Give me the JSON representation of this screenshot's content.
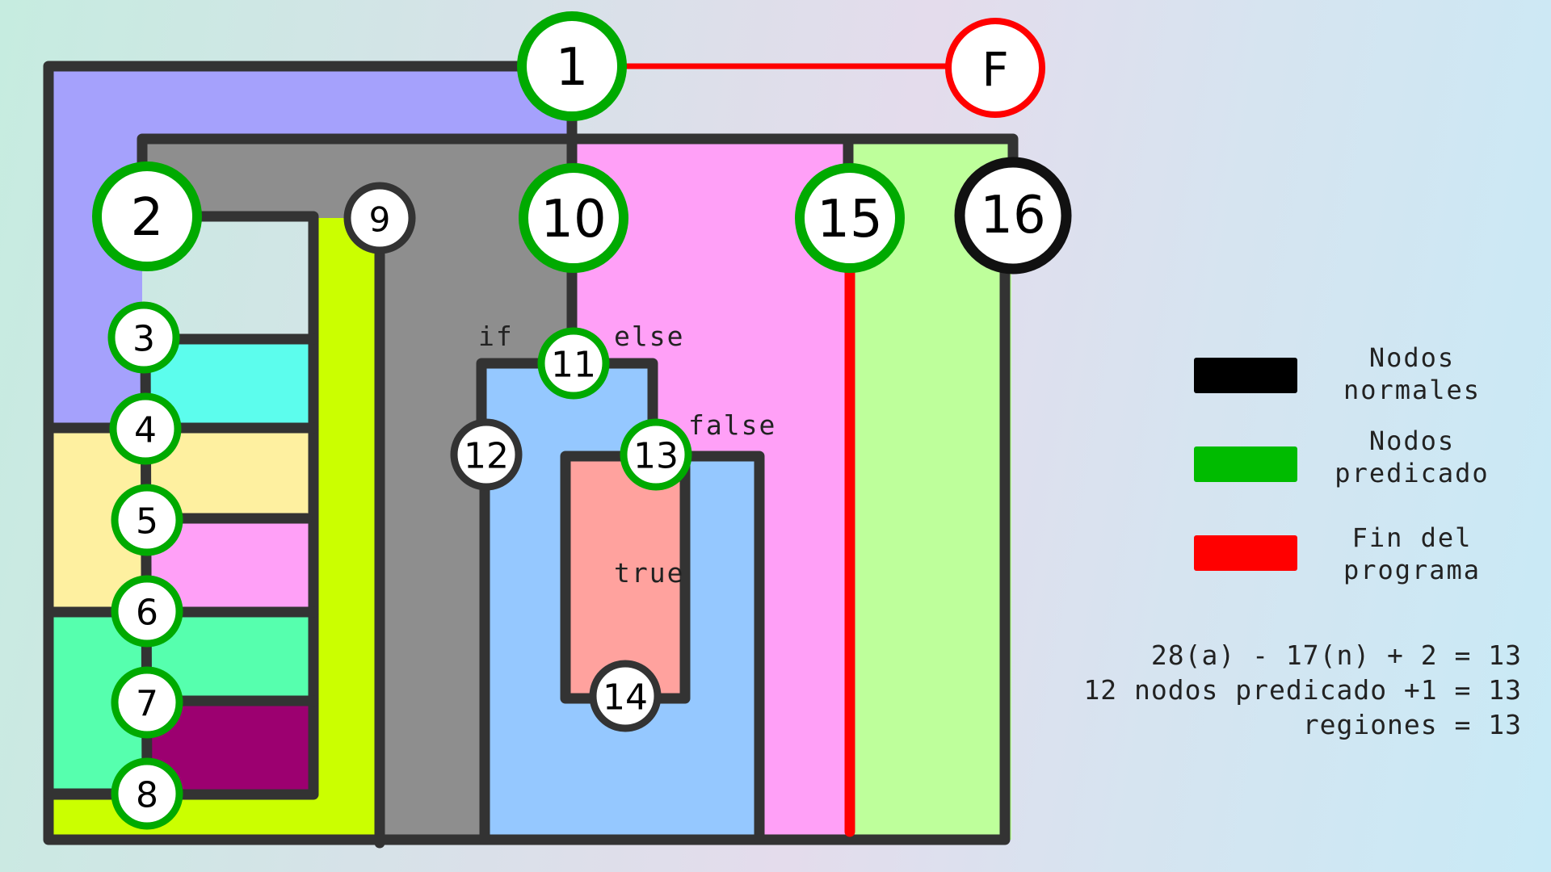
{
  "nodes": {
    "n1": "1",
    "n2": "2",
    "n3": "3",
    "n4": "4",
    "n5": "5",
    "n6": "6",
    "n7": "7",
    "n8": "8",
    "n9": "9",
    "n10": "10",
    "n11": "11",
    "n12": "12",
    "n13": "13",
    "n14": "14",
    "n15": "15",
    "n16": "16",
    "nF": "F"
  },
  "edge_labels": {
    "if": "if",
    "else": "else",
    "false": "false",
    "true": "true"
  },
  "legend": [
    {
      "line1": "Nodos",
      "line2": "normales",
      "color": "#000000"
    },
    {
      "line1": "Nodos",
      "line2": "predicado",
      "color": "#00bb00"
    },
    {
      "line1": "Fin del",
      "line2": "programa",
      "color": "#ff0000"
    }
  ],
  "formulas": {
    "line1": "28(a) - 17(n) + 2 = 13",
    "line2": "12 nodos predicado +1 = 13",
    "line3": "regiones = 13"
  },
  "colors": {
    "predicate": "#00aa00",
    "normal": "#111111",
    "end": "#ff0000",
    "edge": "#333333"
  }
}
